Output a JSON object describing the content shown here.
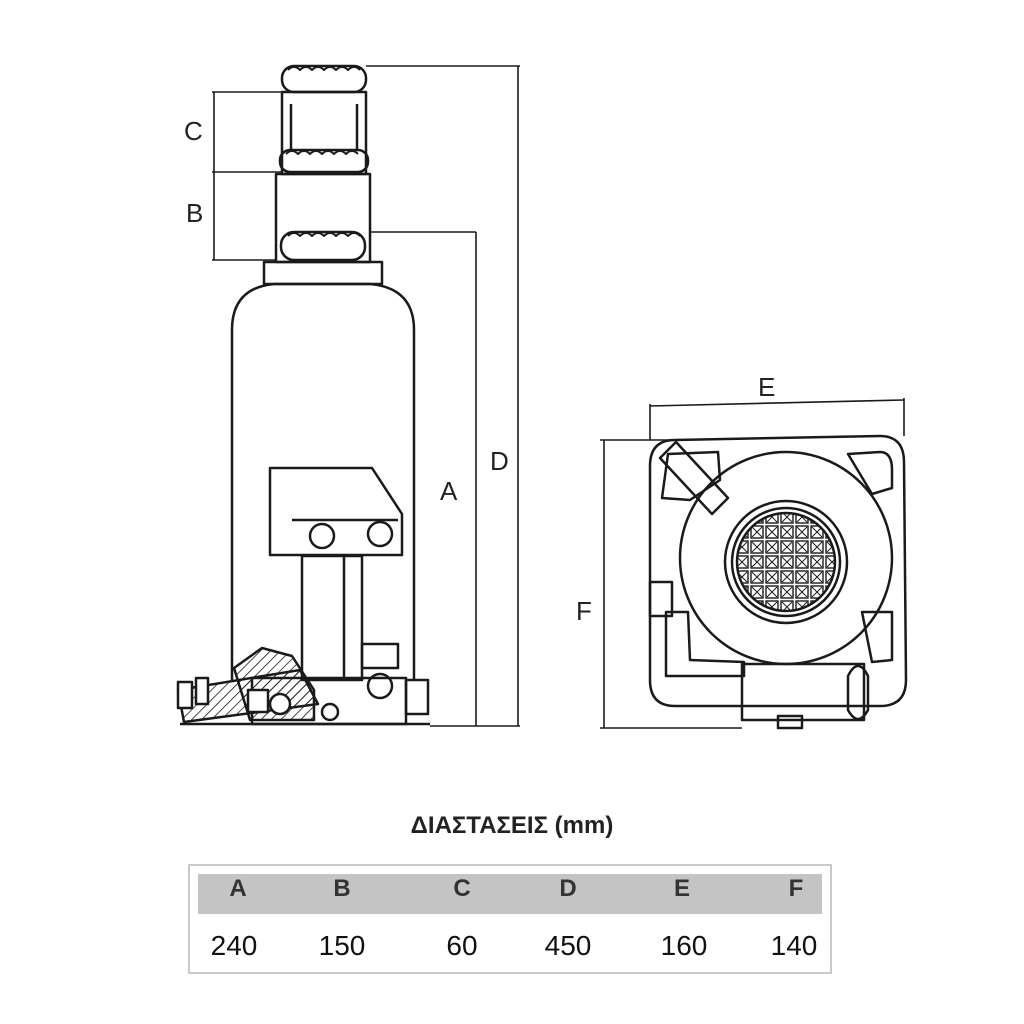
{
  "labels": {
    "a": "A",
    "b": "B",
    "c": "C",
    "d": "D",
    "e": "E",
    "f": "F"
  },
  "table": {
    "title": "ΔΙΑΣΤΑΣΕΙΣ (mm)",
    "headers": [
      "A",
      "B",
      "C",
      "D",
      "E",
      "F"
    ],
    "values": [
      "240",
      "150",
      "60",
      "450",
      "160",
      "140"
    ]
  },
  "colors": {
    "line": "#1a1a1a",
    "header_bg": "#c4c4c4",
    "table_border": "#c9c9c9"
  }
}
